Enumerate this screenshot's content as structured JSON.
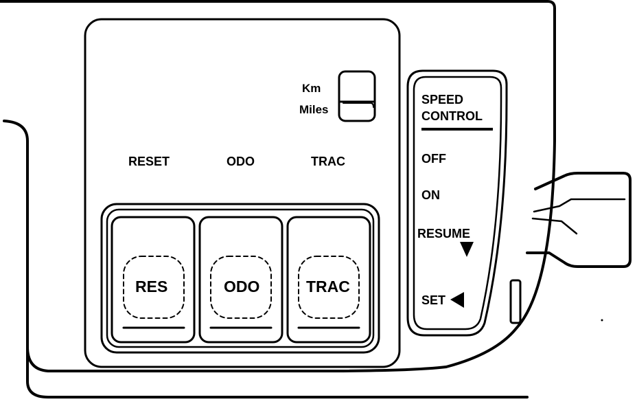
{
  "colors": {
    "ink": "#000000",
    "paper": "#ffffff"
  },
  "units": {
    "km": "Km",
    "miles": "Miles"
  },
  "labels": {
    "reset": "RESET",
    "odo": "ODO",
    "trac": "TRAC"
  },
  "buttons": {
    "res": "RES",
    "odo": "ODO",
    "trac": "TRAC"
  },
  "speed_control": {
    "title_line1": "SPEED",
    "title_line2": "CONTROL",
    "off": "OFF",
    "on": "ON",
    "resume": "RESUME",
    "set": "SET"
  }
}
